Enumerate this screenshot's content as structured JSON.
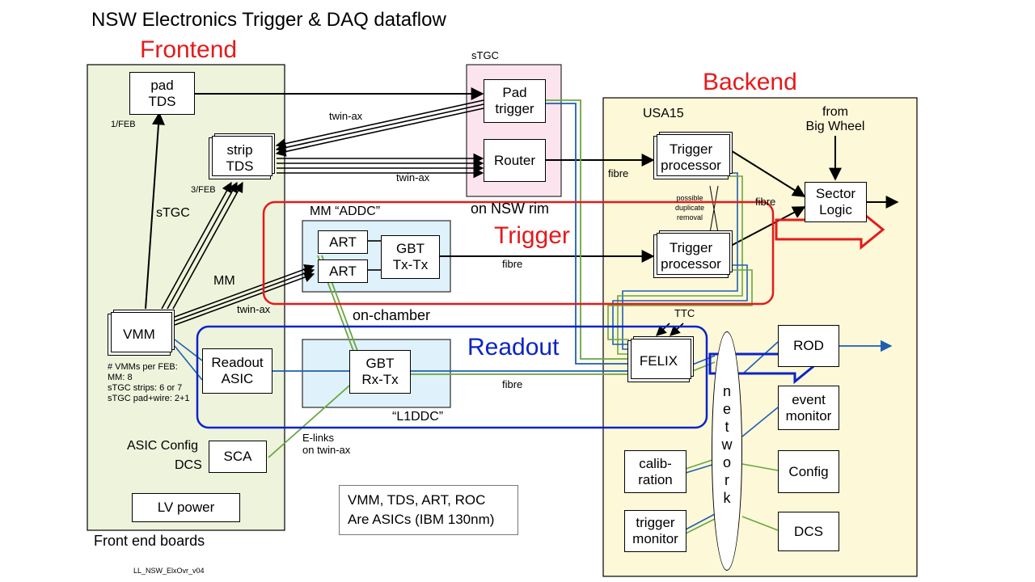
{
  "title": "NSW Electronics Trigger & DAQ dataflow",
  "sections": {
    "frontend": "Frontend",
    "backend": "Backend",
    "trigger": "Trigger",
    "readout": "Readout",
    "front_end_boards": "Front end boards",
    "usa15": "USA15",
    "stgc_top": "sTGC",
    "on_nsw_rim": "on NSW rim",
    "mm_addc": "MM “ADDC”",
    "on_chamber": "on-chamber",
    "l1ddc": "“L1DDC”"
  },
  "boxes": {
    "pad_tds": [
      "pad",
      "TDS"
    ],
    "strip_tds": [
      "strip",
      "TDS"
    ],
    "vmm": [
      "VMM"
    ],
    "readout_asic": [
      "Readout",
      "ASIC"
    ],
    "sca": [
      "SCA"
    ],
    "lv_power": [
      "LV power"
    ],
    "pad_trigger": [
      "Pad",
      "trigger"
    ],
    "router": [
      "Router"
    ],
    "art_1": [
      "ART"
    ],
    "art_2": [
      "ART"
    ],
    "gbt_txtx": [
      "GBT",
      "Tx-Tx"
    ],
    "gbt_rxtx": [
      "GBT",
      "Rx-Tx"
    ],
    "trigger_processor_1": [
      "Trigger",
      "processor"
    ],
    "trigger_processor_2": [
      "Trigger",
      "processor"
    ],
    "sector_logic": [
      "Sector",
      "Logic"
    ],
    "felix": [
      "FELIX"
    ],
    "rod": [
      "ROD"
    ],
    "event_monitor": [
      "event",
      "monitor"
    ],
    "config": [
      "Config"
    ],
    "dcs_box": [
      "DCS"
    ],
    "calibration": [
      "calib-",
      "ration"
    ],
    "trigger_monitor": [
      "trigger",
      "monitor"
    ]
  },
  "labels": {
    "one_feb": "1/FEB",
    "three_feb": "3/FEB",
    "stgc_side": "sTGC",
    "mm_side": "MM",
    "twin_ax_upper": "twin-ax",
    "twin_ax_lower": "twin-ax",
    "twin_ax_mm": "twin-ax",
    "fibre_router": "fibre",
    "fibre_gbt": "fibre",
    "fibre_readout": "fibre",
    "fibre_sector": "fibre",
    "possible_dup": [
      "possible",
      "duplicate",
      "removal"
    ],
    "from_big_wheel": [
      "from",
      "Big Wheel"
    ],
    "ttc": "TTC",
    "vmms_per_feb": [
      "# VMMs per FEB:",
      "MM: 8",
      "sTGC strips: 6 or 7",
      "sTGC pad+wire: 2+1"
    ],
    "asic_config": "ASIC Config",
    "dcs_label": "DCS",
    "elinks": [
      "E-links",
      "on twin-ax"
    ],
    "network": [
      "n",
      "e",
      "t",
      "w",
      "o",
      "r",
      "k"
    ],
    "footer_id": "LL_NSW_ElxOvr_v04"
  },
  "note": [
    "VMM, TDS, ART, ROC",
    "Are ASICs (IBM 130nm)"
  ],
  "colors": {
    "frontend_fill": "#eef3dc",
    "backend_fill": "#fdf8d8",
    "stgc_fill": "#fbe4ee",
    "onchamber_fill": "#dff1fa",
    "trigger_frame": "#e31a1c",
    "readout_frame": "#0a24c8",
    "blue_link": "#1f5fb0",
    "green_link": "#6aa640"
  }
}
